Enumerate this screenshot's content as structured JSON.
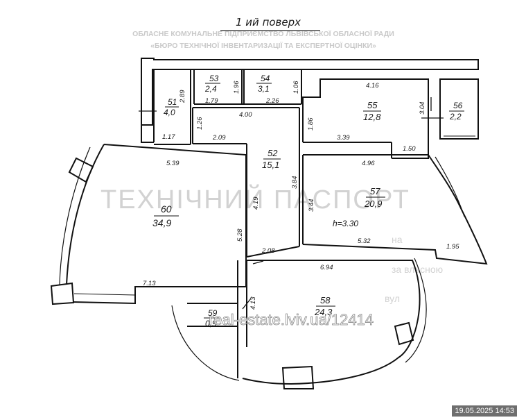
{
  "header": {
    "floor_title": "1 ий поверх",
    "scan_line_1": "ОБЛАСНЕ КОМУНАЛЬНЕ ПІДПРИЄМСТВО ЛЬВІВСЬКОЇ ОБЛАСНОЇ РАДИ",
    "scan_line_2": "«БЮРО ТЕХНІЧНОЇ ІНВЕНТАРИЗАЦІЇ ТА ЕКСПЕРТНОЇ ОЦІНКИ»"
  },
  "background_text": {
    "passport": "ТЕХНІЧНИЙ ПАСПОРТ",
    "na": "на",
    "vlasnyk": "за власною",
    "adresa": "вул"
  },
  "rooms": [
    {
      "number": "51",
      "area": "4,0"
    },
    {
      "number": "52",
      "area": "15,1"
    },
    {
      "number": "53",
      "area": "2,4"
    },
    {
      "number": "54",
      "area": "3,1"
    },
    {
      "number": "55",
      "area": "12,8"
    },
    {
      "number": "56",
      "area": "2,2"
    },
    {
      "number": "57",
      "area": "20,9"
    },
    {
      "number": "58",
      "area": "24,3"
    },
    {
      "number": "59",
      "area": "0,9"
    },
    {
      "number": "60",
      "area": "34,9"
    }
  ],
  "dimensions": [
    "2.89",
    "1.79",
    "1.96",
    "2.26",
    "1.06",
    "4.00",
    "1.26",
    "1.17",
    "2.09",
    "4.16",
    "1.86",
    "3.04",
    "3.39",
    "1.50",
    "5.39",
    "4.19",
    "3.84",
    "4.96",
    "3.44",
    "5.28",
    "2.08",
    "5.32",
    "1.95",
    "7.13",
    "6.94",
    "4.13"
  ],
  "ceiling_height": "h=3.30",
  "watermark": "real-estate.lviv.ua/12414",
  "timestamp": "19.05.2025 14:53"
}
